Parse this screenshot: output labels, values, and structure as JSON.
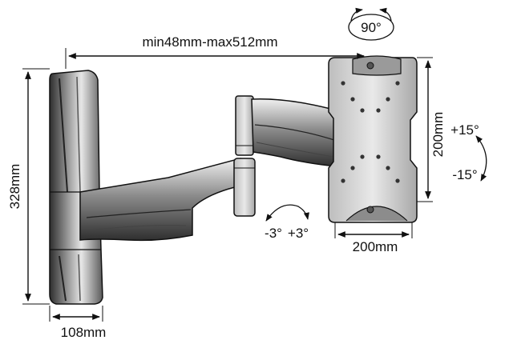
{
  "dimensions": {
    "arm_extension": "min48mm-max512mm",
    "wall_plate_height": "328mm",
    "wall_plate_width": "108mm",
    "vesa_horizontal": "200mm",
    "vesa_vertical": "200mm"
  },
  "rotation": {
    "swivel": "90°",
    "tilt_up": "+15°",
    "tilt_down": "-15°",
    "level_minus": "-3°",
    "level_plus": "+3°"
  },
  "colors": {
    "line": "#111111",
    "metal_dark": "#3a3a3a",
    "metal_mid": "#8a8a8a",
    "metal_light": "#d9d9d9"
  }
}
